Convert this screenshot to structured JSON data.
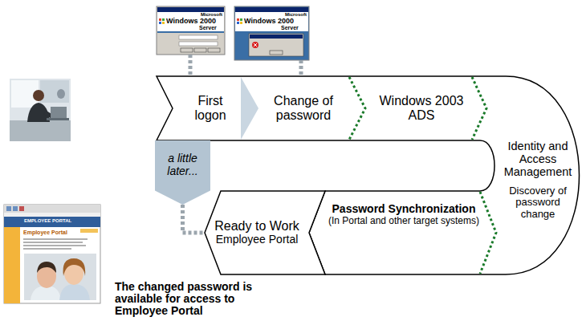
{
  "diagram": {
    "nodes": [
      {
        "text": [
          "First logon"
        ]
      },
      {
        "text": [
          "Change of password"
        ]
      },
      {
        "text": [
          "Windows 2003 ADS"
        ]
      },
      {
        "text": [
          "Identity and Access Management",
          "Discovery of password change"
        ]
      },
      {
        "text": [
          "a little later..."
        ]
      },
      {
        "text": [
          "Password Synchronization",
          "(In Portal and other target systems)"
        ]
      },
      {
        "text": [
          "Ready to Work",
          "Employee Portal"
        ]
      }
    ],
    "edges": [
      {
        "from": 4,
        "to": 6,
        "arrow": "none"
      }
    ],
    "labels": [
      "Microsoft",
      "Windows 2000",
      "Server",
      "Microsoft",
      "Windows 2000",
      "Server",
      "EMPLOYEE PORTAL",
      "Employee Portal",
      "The changed password is available for access to Employee Portal"
    ]
  }
}
